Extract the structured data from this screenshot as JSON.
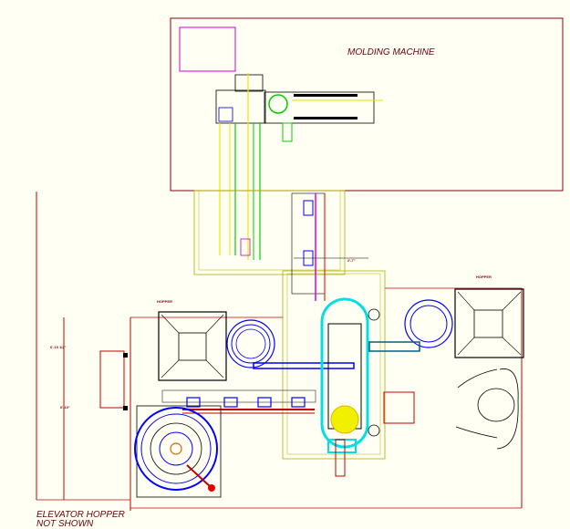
{
  "drawing": {
    "molding_machine_label": "MOLDING MACHINE",
    "elevator_note_line1": "ELEVATOR HOPPER",
    "elevator_note_line2": "NOT SHOWN",
    "dim_conveyor_gap": "2'-7\"",
    "dim_left_height": "6'-10\"",
    "hopper_left_label": "HOPPER",
    "hopper_right_label": "HOPPER"
  },
  "colors": {
    "background": "#fffff4",
    "outline": "#c00000",
    "machine": "#000000",
    "conveyor": "#0000ff",
    "guide": "#00e0e0",
    "accent_yellow": "#e8e800",
    "accent_green": "#00e000",
    "accent_magenta": "#e000e0"
  }
}
